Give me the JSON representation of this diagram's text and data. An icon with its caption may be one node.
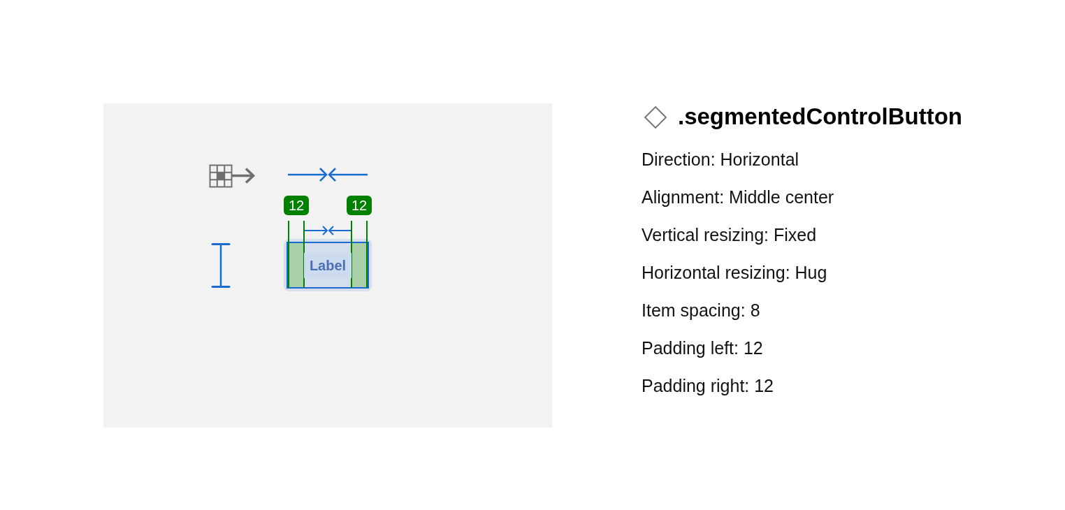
{
  "diagram": {
    "title": ".segmentedControlButton",
    "nodes": [
      {
        "text": [
          "Label"
        ]
      }
    ],
    "labels": [
      "12",
      "12",
      "Direction: Horizontal",
      "Alignment: Middle center",
      "Vertical resizing: Fixed",
      "Horizontal resizing: Hug",
      "Item spacing: 8",
      "Padding left: 12",
      "Padding right: 12"
    ]
  }
}
